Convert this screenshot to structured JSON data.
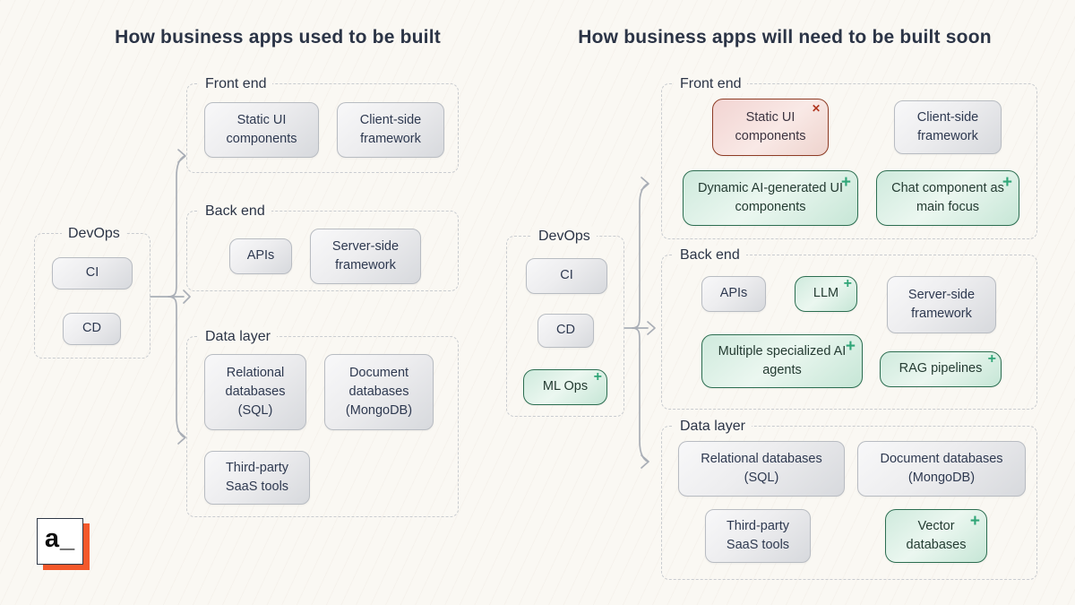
{
  "titles": {
    "left": "How business apps used to be built",
    "right": "How business apps will need to be built soon"
  },
  "symbols": {
    "added": "+",
    "removed": "✕"
  },
  "left": {
    "devops": {
      "label": "DevOps",
      "items": [
        {
          "label": "CI"
        },
        {
          "label": "CD"
        }
      ]
    },
    "sections": [
      {
        "label": "Front end",
        "boxes": [
          {
            "label": "Static UI components"
          },
          {
            "label": "Client-side framework"
          }
        ]
      },
      {
        "label": "Back end",
        "boxes": [
          {
            "label": "APIs"
          },
          {
            "label": "Server-side framework"
          }
        ]
      },
      {
        "label": "Data layer",
        "boxes": [
          {
            "label": "Relational databases (SQL)"
          },
          {
            "label": "Document databases (MongoDB)"
          },
          {
            "label": "Third-party SaaS tools"
          }
        ]
      }
    ]
  },
  "right": {
    "devops": {
      "label": "DevOps",
      "items": [
        {
          "label": "CI",
          "status": "unchanged"
        },
        {
          "label": "CD",
          "status": "unchanged"
        },
        {
          "label": "ML Ops",
          "status": "added"
        }
      ]
    },
    "sections": [
      {
        "label": "Front end",
        "boxes": [
          {
            "label": "Static UI components",
            "status": "removed"
          },
          {
            "label": "Client-side framework",
            "status": "unchanged"
          },
          {
            "label": "Dynamic AI-generated UI components",
            "status": "added"
          },
          {
            "label": "Chat component as main focus",
            "status": "added"
          }
        ]
      },
      {
        "label": "Back end",
        "boxes": [
          {
            "label": "APIs",
            "status": "unchanged"
          },
          {
            "label": "LLM",
            "status": "added"
          },
          {
            "label": "Server-side framework",
            "status": "unchanged"
          },
          {
            "label": "Multiple specialized AI agents",
            "status": "added"
          },
          {
            "label": "RAG pipelines",
            "status": "added"
          }
        ]
      },
      {
        "label": "Data layer",
        "boxes": [
          {
            "label": "Relational databases (SQL)",
            "status": "unchanged"
          },
          {
            "label": "Document databases (MongoDB)",
            "status": "unchanged"
          },
          {
            "label": "Third-party SaaS tools",
            "status": "unchanged"
          },
          {
            "label": "Vector databases",
            "status": "added"
          }
        ]
      }
    ]
  },
  "logo": {
    "text": "a_"
  },
  "colors": {
    "background": "#faf8f3",
    "text": "#2b3446",
    "dashed_border": "#c9ccd0",
    "added_border": "#2c6e51",
    "added_symbol": "#2fa577",
    "removed_border": "#8e3c25",
    "removed_symbol": "#b0361f",
    "arrow": "#a9aeb6",
    "logo_accent": "#f4582b"
  }
}
